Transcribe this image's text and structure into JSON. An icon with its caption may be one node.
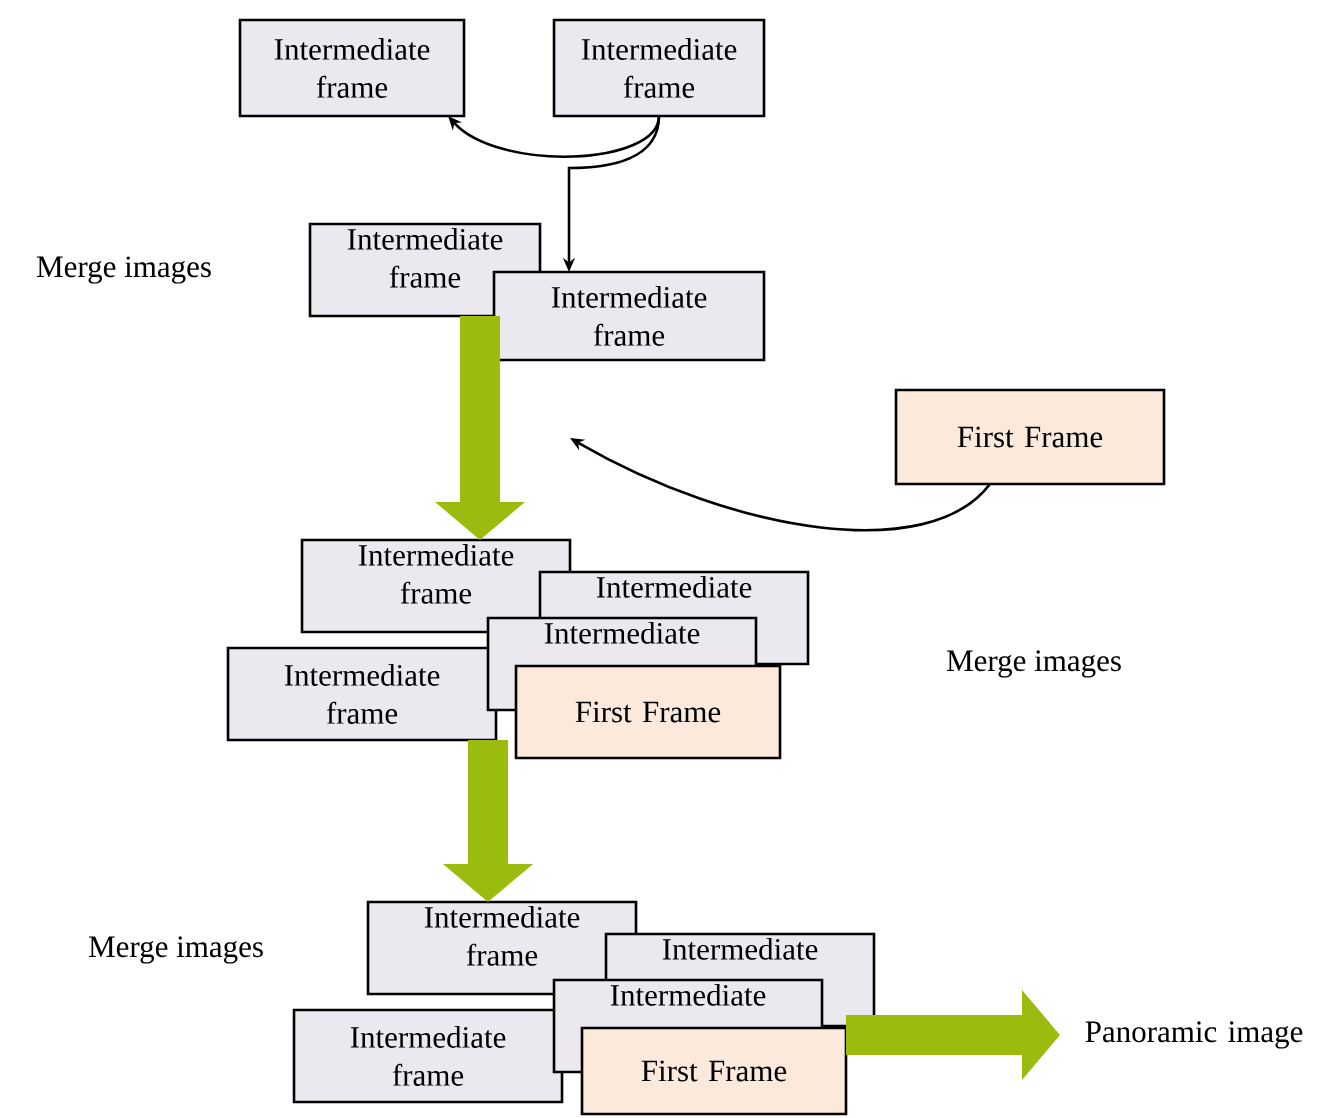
{
  "diagram": {
    "nodes": [
      {
        "text": [
          "Intermediate frame"
        ]
      },
      {
        "text": [
          "Intermediate frame"
        ]
      },
      {
        "text": [
          "Intermediate frame"
        ]
      },
      {
        "text": [
          "Intermediate frame"
        ]
      },
      {
        "text": [
          "First Frame"
        ]
      },
      {
        "text": [
          "Intermediate frame"
        ]
      },
      {
        "text": [
          "Intermediate"
        ]
      },
      {
        "text": [
          "Intermediate frame"
        ]
      },
      {
        "text": [
          "Intermediate"
        ]
      },
      {
        "text": [
          "First Frame"
        ]
      },
      {
        "text": [
          "Intermediate frame"
        ]
      },
      {
        "text": [
          "Intermediate"
        ]
      },
      {
        "text": [
          "Intermediate frame"
        ]
      },
      {
        "text": [
          "Intermediate"
        ]
      },
      {
        "text": [
          "First Frame"
        ]
      },
      {
        "text": [
          "Panoramic image"
        ]
      }
    ],
    "edges": [
      {
        "from": 1,
        "to": 0,
        "arrow": "to"
      },
      {
        "from": 1,
        "to": 3,
        "arrow": "to"
      },
      {
        "from": 4,
        "to": null,
        "arrow": "to"
      },
      {
        "from": 2,
        "to": 5,
        "arrow": "to",
        "style": "thick",
        "color": "#9bbb0f"
      },
      {
        "from": 7,
        "to": 10,
        "arrow": "to",
        "style": "thick",
        "color": "#9bbb0f"
      },
      {
        "from": 14,
        "to": 15,
        "arrow": "to",
        "style": "thick",
        "color": "#9bbb0f"
      }
    ],
    "labels": [
      "Merge images",
      "Merge images",
      "Merge images"
    ]
  }
}
